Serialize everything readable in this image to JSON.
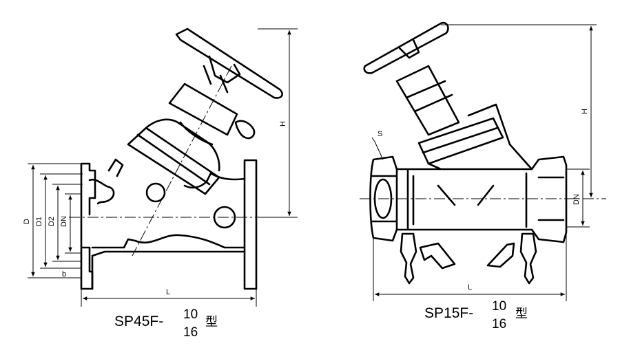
{
  "left_valve": {
    "model_base": "SP45F-",
    "model_numerator": "10",
    "model_denominator": "16",
    "model_suffix": "型",
    "dimensions": {
      "d": "D",
      "d1": "D1",
      "d2": "D2",
      "dn": "DN",
      "b": "b",
      "l": "L",
      "h": "H"
    }
  },
  "right_valve": {
    "model_base": "SP15F-",
    "model_numerator": "10",
    "model_denominator": "16",
    "model_suffix": "型",
    "dimensions": {
      "s": "S",
      "dn": "DN",
      "l": "L",
      "h": "H"
    }
  }
}
